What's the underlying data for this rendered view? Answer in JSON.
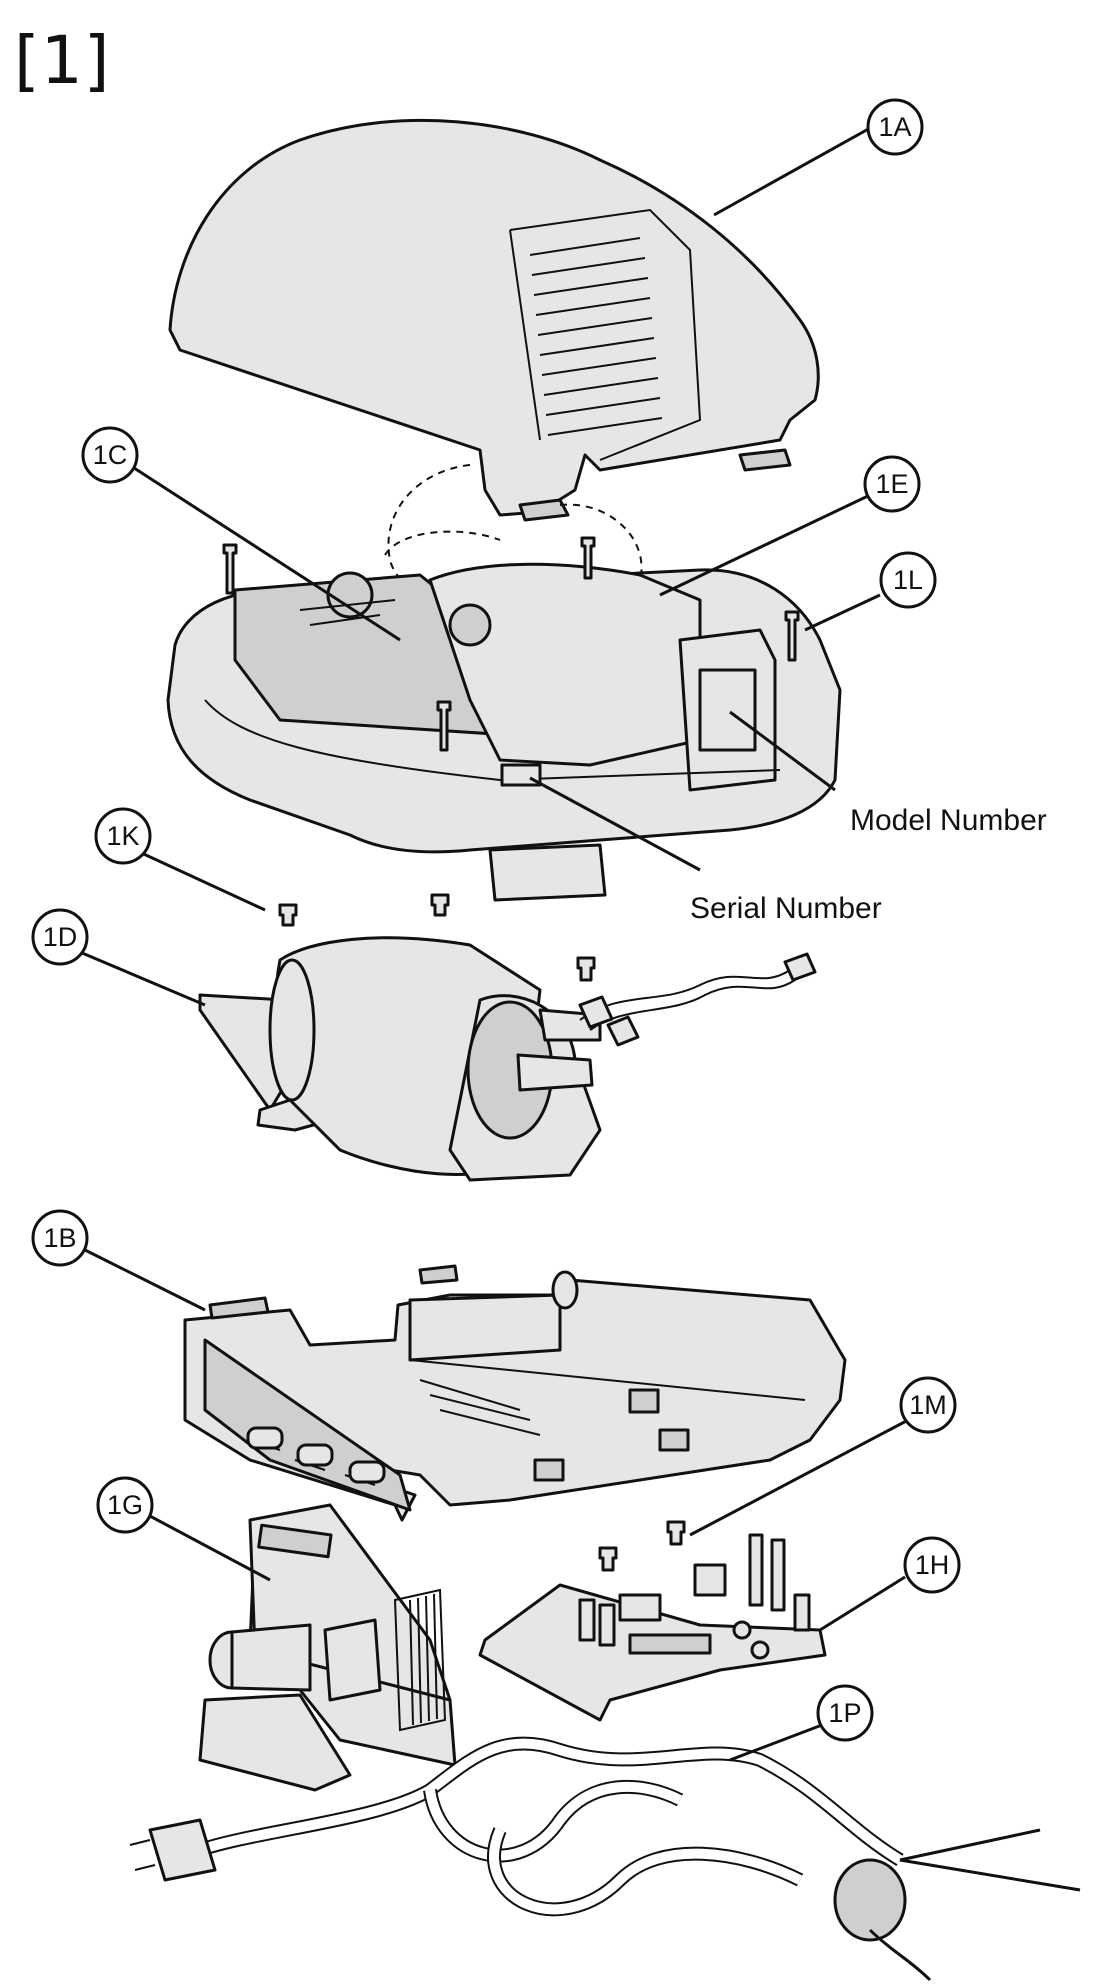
{
  "figure": {
    "label": "[1]"
  },
  "callouts": [
    {
      "id": "1A"
    },
    {
      "id": "1C"
    },
    {
      "id": "1E"
    },
    {
      "id": "1L"
    },
    {
      "id": "1K"
    },
    {
      "id": "1D"
    },
    {
      "id": "1B"
    },
    {
      "id": "1M"
    },
    {
      "id": "1G"
    },
    {
      "id": "1H"
    },
    {
      "id": "1P"
    }
  ],
  "labels": {
    "model_number": "Model Number",
    "serial_number": "Serial Number"
  }
}
